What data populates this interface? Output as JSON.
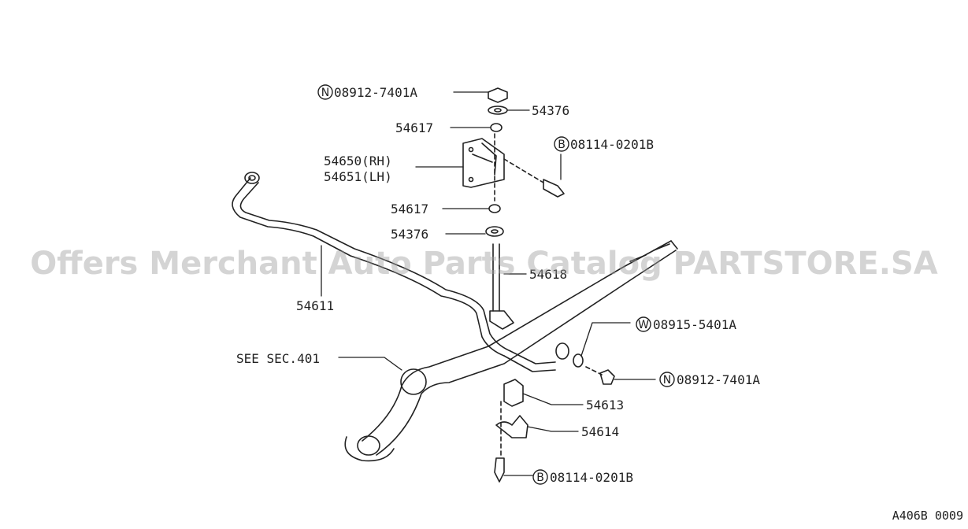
{
  "diagram": {
    "callouts": [
      {
        "id": "nut-top",
        "prefix": "N",
        "text": "08912-7401A"
      },
      {
        "id": "washer-top",
        "prefix": "",
        "text": "54376"
      },
      {
        "id": "bushing-top",
        "prefix": "",
        "text": "54617"
      },
      {
        "id": "bracket-rh",
        "prefix": "",
        "text": "54650(RH)"
      },
      {
        "id": "bracket-lh",
        "prefix": "",
        "text": "54651(LH)"
      },
      {
        "id": "bolt-top",
        "prefix": "B",
        "text": "08114-0201B"
      },
      {
        "id": "bushing-mid",
        "prefix": "",
        "text": "54617"
      },
      {
        "id": "washer-mid",
        "prefix": "",
        "text": "54376"
      },
      {
        "id": "link-rod",
        "prefix": "",
        "text": "54618"
      },
      {
        "id": "stabilizer-bar",
        "prefix": "",
        "text": "54611"
      },
      {
        "id": "see-sec",
        "prefix": "",
        "text": "SEE SEC.401"
      },
      {
        "id": "washer-side",
        "prefix": "W",
        "text": "08915-5401A"
      },
      {
        "id": "nut-side",
        "prefix": "N",
        "text": "08912-7401A"
      },
      {
        "id": "bushing-bottom",
        "prefix": "",
        "text": "54613"
      },
      {
        "id": "clamp",
        "prefix": "",
        "text": "54614"
      },
      {
        "id": "bolt-bottom",
        "prefix": "B",
        "text": "08114-0201B"
      }
    ]
  },
  "watermark": "Offers Merchant Auto Parts Catalog PARTSTORE.SA",
  "drawing_code": "A406B 0009",
  "colors": {
    "line": "#222222",
    "watermark": "#a0a0a0",
    "background": "#ffffff"
  }
}
